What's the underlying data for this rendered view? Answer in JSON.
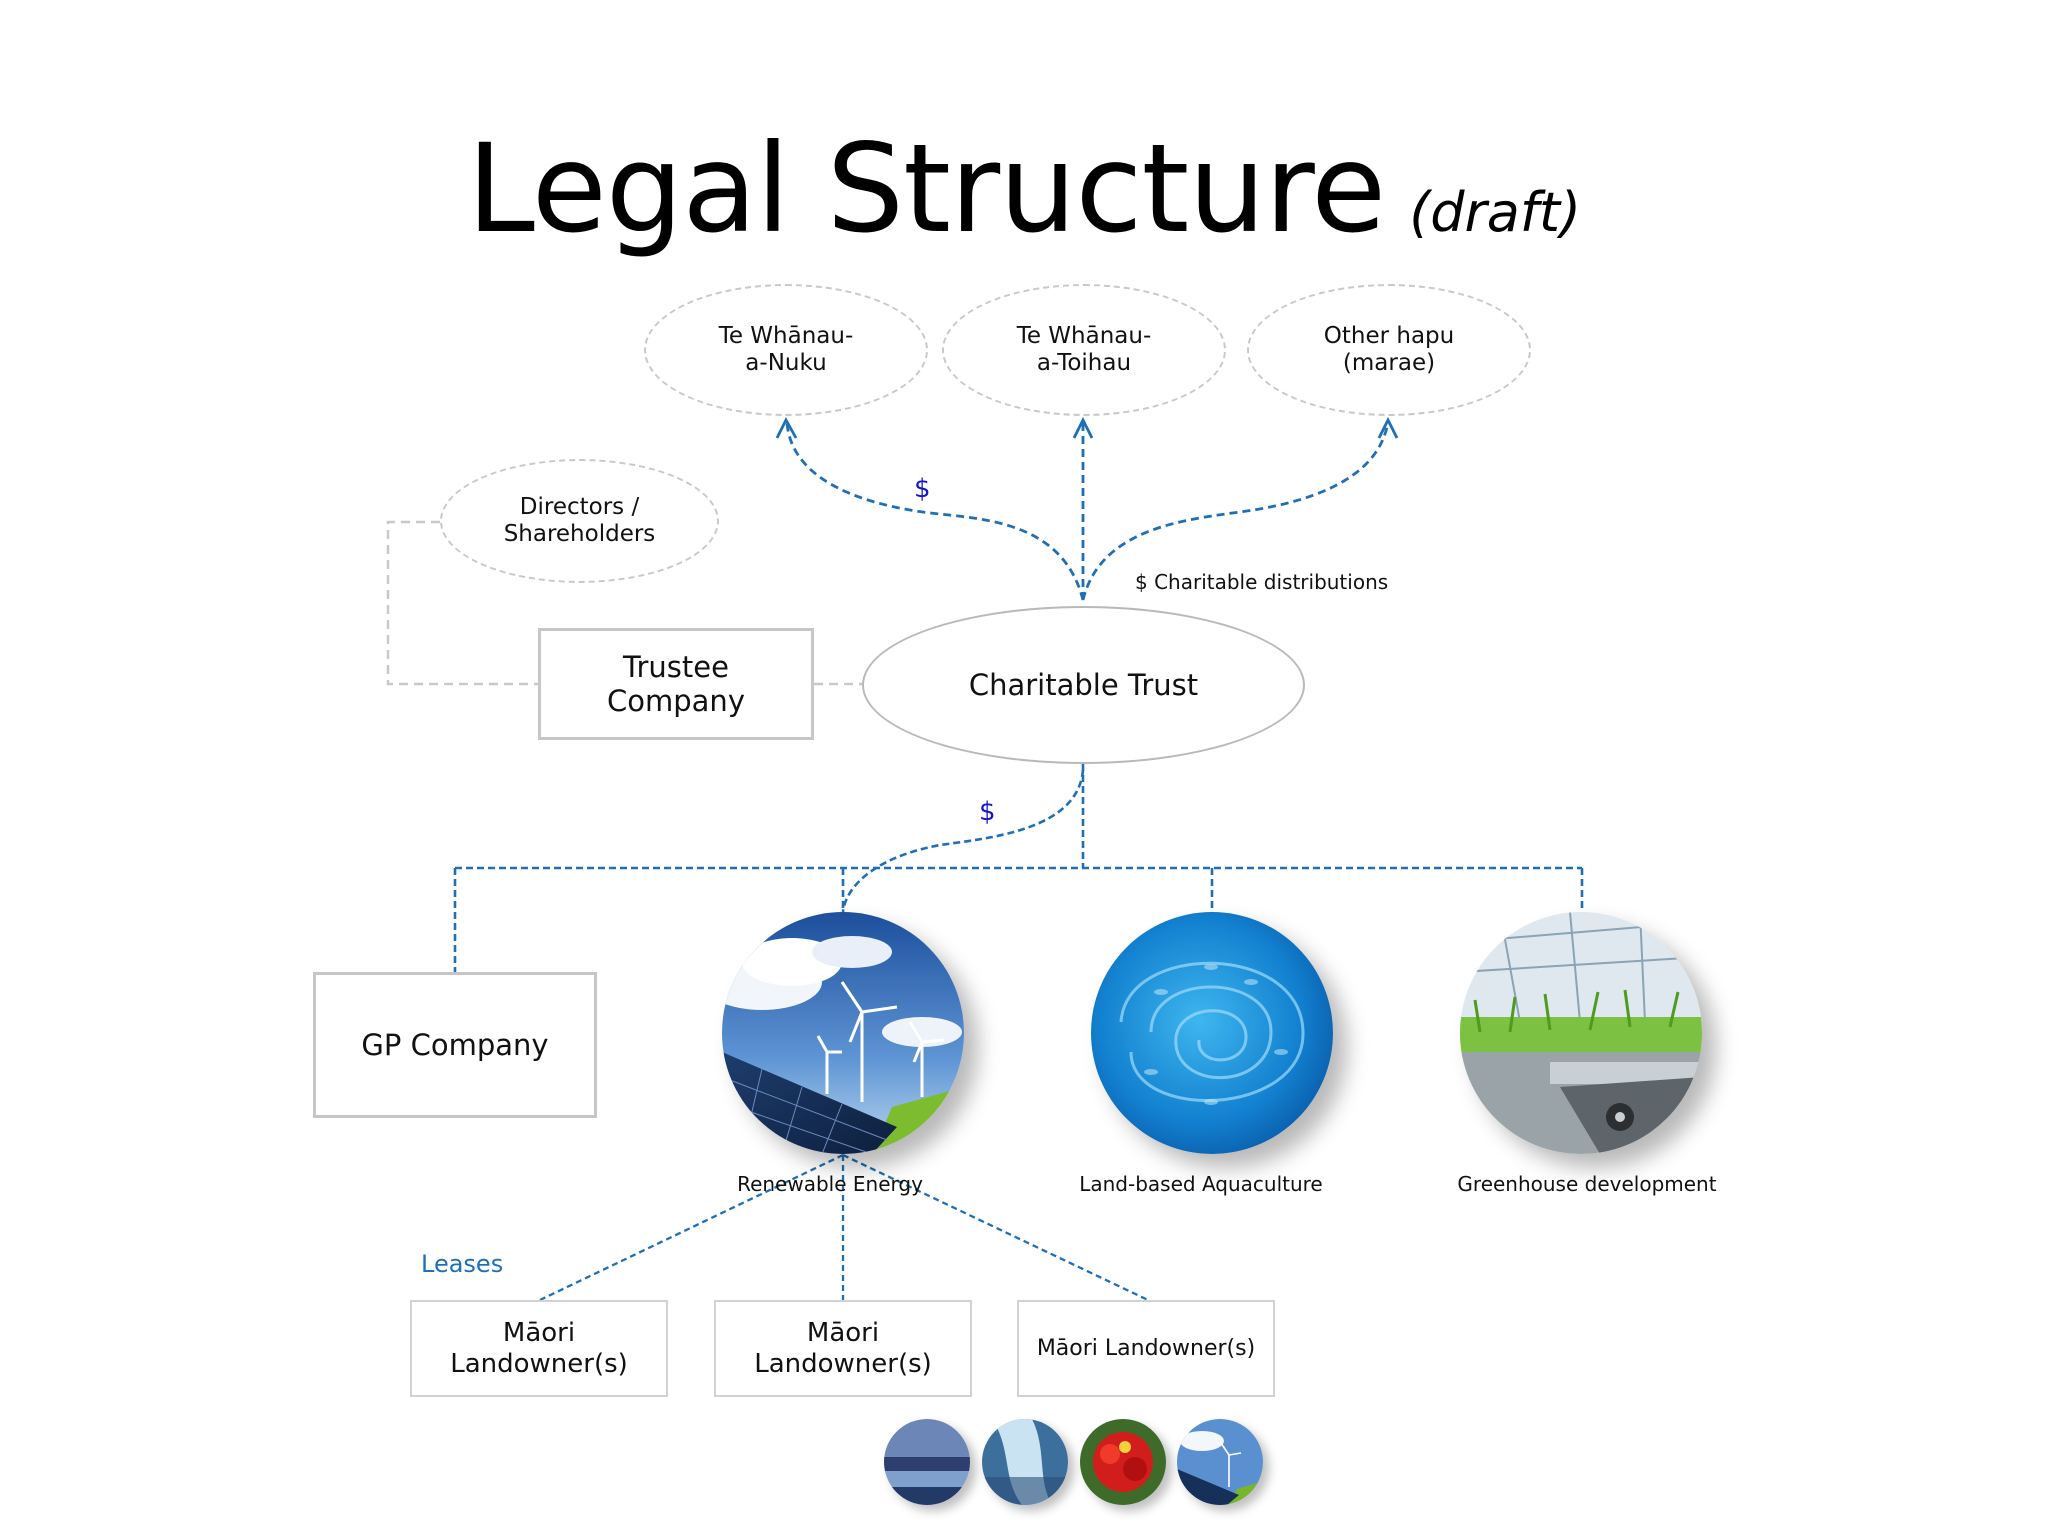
{
  "title": {
    "main": "Legal Structure",
    "sub": "(draft)"
  },
  "beneficiaries": [
    {
      "label": "Te Whānau-\na-Nuku"
    },
    {
      "label": "Te Whānau-\na-Toihau"
    },
    {
      "label": "Other hapu\n(marae)"
    }
  ],
  "directors_label": "Directors /\nShareholders",
  "trustee_company_label": "Trustee\nCompany",
  "charitable_trust_label": "Charitable Trust",
  "distributions_label": "$ Charitable distributions",
  "dollar_symbol": "$",
  "gp_company_label": "GP Company",
  "ventures": [
    {
      "caption": "Renewable Energy"
    },
    {
      "caption": "Land-based Aquaculture"
    },
    {
      "caption": "Greenhouse development"
    }
  ],
  "leases_label": "Leases",
  "landowners": [
    {
      "label": "Māori\nLandowner(s)"
    },
    {
      "label": "Māori\nLandowner(s)"
    },
    {
      "label": "Māori Landowner(s)"
    }
  ],
  "thumbnails": [
    "coast",
    "waterfall",
    "red-flower",
    "wind-solar"
  ],
  "colors": {
    "connector_blue": "#1f6fb5",
    "dollar_blue": "#1515c9",
    "border_grey": "#c6c6c6"
  }
}
